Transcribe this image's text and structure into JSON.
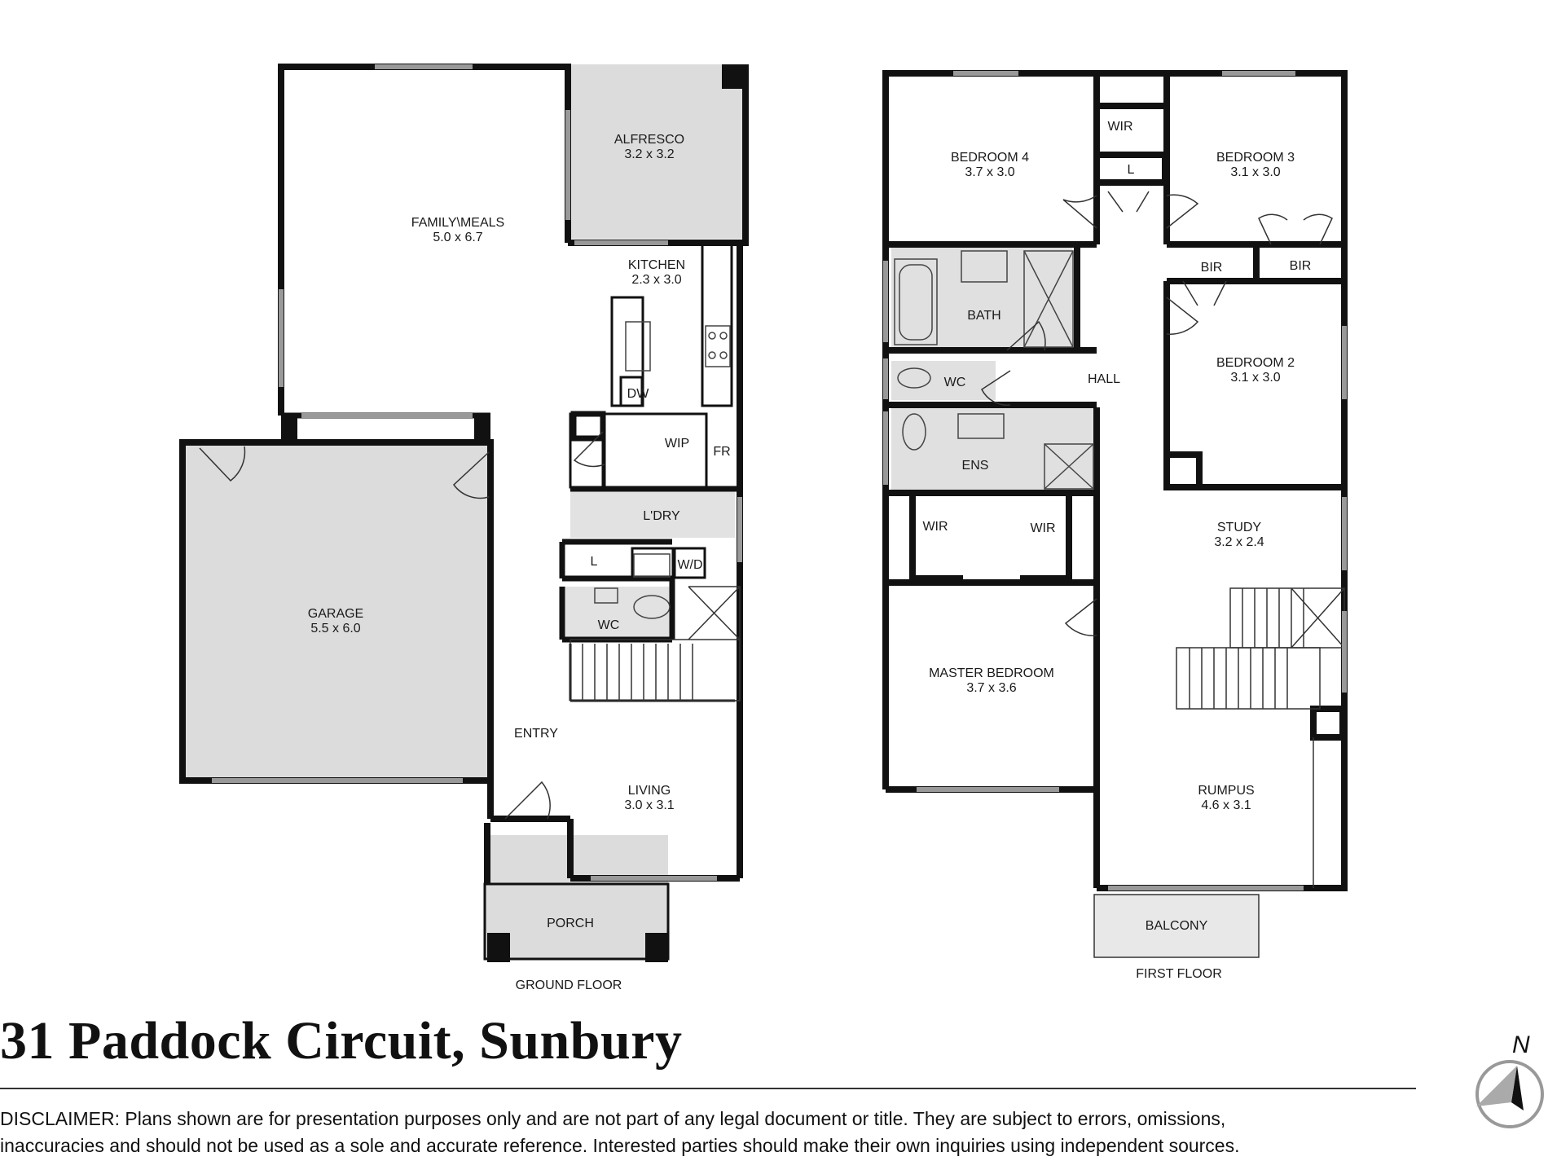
{
  "ground_floor": {
    "caption": "GROUND FLOOR",
    "rooms": [
      {
        "name": "FAMILY\\MEALS",
        "size": "5.0 x 6.7"
      },
      {
        "name": "ALFRESCO",
        "size": "3.2 x 3.2"
      },
      {
        "name": "KITCHEN",
        "size": "2.3 x 3.0"
      },
      {
        "name": "GARAGE",
        "size": "5.5 x 6.0"
      },
      {
        "name": "LIVING",
        "size": "3.0 x 3.1"
      }
    ],
    "labels": {
      "dw": "DW",
      "wip": "WIP",
      "fr": "FR",
      "ldry": "L'DRY",
      "l": "L",
      "wd": "W/D",
      "wc": "WC",
      "entry": "ENTRY",
      "porch": "PORCH"
    }
  },
  "first_floor": {
    "caption": "FIRST FLOOR",
    "rooms": [
      {
        "name": "BEDROOM 4",
        "size": "3.7 x 3.0"
      },
      {
        "name": "BEDROOM  3",
        "size": "3.1 x 3.0"
      },
      {
        "name": "BEDROOM  2",
        "size": "3.1 x 3.0"
      },
      {
        "name": "STUDY",
        "size": "3.2 x 2.4"
      },
      {
        "name": "MASTER BEDROOM",
        "size": "3.7 x 3.6"
      },
      {
        "name": "RUMPUS",
        "size": "4.6 x 3.1"
      }
    ],
    "labels": {
      "wir_top": "WIR",
      "l": "L",
      "bir_left": "BIR",
      "bir_right": "BIR",
      "bath": "BATH",
      "wc": "WC",
      "hall": "HALL",
      "ens": "ENS",
      "wir_left": "WIR",
      "wir_right": "WIR",
      "balcony": "BALCONY"
    }
  },
  "address": "31 Paddock Circuit, Sunbury",
  "disclaimer": [
    "DISCLAIMER: Plans shown are for presentation purposes only and are not part of any legal document or title. They are subject to errors, omissions,",
    "inaccuracies and should not be used as a sole and accurate reference.  Interested parties should make their own inquiries using independent sources."
  ],
  "compass_label": "N",
  "colors": {
    "wall": "#111111",
    "fill_grey": "#dcdcdc",
    "window": "#999999"
  }
}
